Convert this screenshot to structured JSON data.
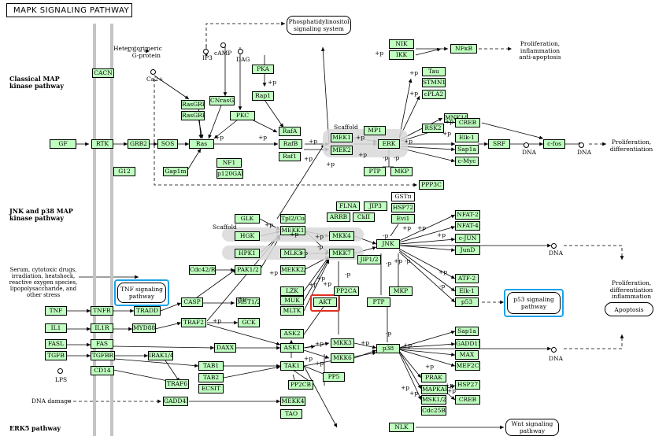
{
  "title": "MAPK SIGNALING PATHWAY",
  "sections": {
    "classical": "Classical MAP kinase pathway",
    "jnk": "JNK and p38 MAP kinase pathway",
    "erk5": "ERK5 pathway"
  },
  "labels": {
    "hetero": "Heterotorimeric G-protein",
    "ip3": "IP3",
    "camp": "cAMP",
    "dag": "DAG",
    "ca": "Ca2+",
    "scaffold1": "Scaffold",
    "scaffold2": "Scaffold",
    "stress": "Serum, cytotoxic drugs, irradiation, heatshock, reactive oxygen species, lipopolysaccharide, and other stress",
    "lps": "LPS",
    "dna_damage": "DNA damage",
    "prolif1": "Proliferation, inflammation anti-apoptosis",
    "prolif2": "Proliferation, differentiation",
    "prolif3": "Proliferation, differentiation inflammation",
    "dna1": "DNA",
    "dna2": "DNA",
    "dna3": "DNA",
    "dna4": "DNA"
  },
  "maps": {
    "phosphatidylinositol": "Phosphatidylinositol signaling system",
    "tnf": "TNF signaling pathway",
    "p53": "p53 signaling pathway",
    "apoptosis": "Apoptosis",
    "wnt": "Wnt signaling pathway"
  },
  "nodes": {
    "cacn": "CACN",
    "gf": "GF",
    "rtk": "RTK",
    "grb2": "GRB2",
    "sos": "SOS",
    "ras": "Ras",
    "rasgrf": "RasGRF",
    "rasgrp": "RasGRP",
    "cnrasgef": "CNrasGEF",
    "pkc": "PKC",
    "pka": "PKA",
    "rap1": "Rap1",
    "rafa": "RafA",
    "rafb": "RafB",
    "raf1": "Raf1",
    "nf1": "NF1",
    "p120gap": "p120GAP",
    "g12": "G12",
    "gap1m": "Gap1m",
    "mek1": "MEK1",
    "mek2": "MEK2",
    "mp1": "MP1",
    "erk": "ERK",
    "ptp1": "PTP",
    "mkp1": "MKP",
    "nik": "NIK",
    "ikk": "IKK",
    "nfkb": "NFκB",
    "tau": "Tau",
    "stmn1": "STMN1",
    "cpla2": "cPLA2",
    "mnk12": "MNK1/2",
    "rsk2": "RSK2",
    "creb1": "CREB",
    "elk1a": "Elk-1",
    "sap1a1": "Sap1a",
    "cmyc": "c-Myc",
    "srf": "SRF",
    "cfos": "c-fos",
    "ppp3c": "PPP3C",
    "flna": "FLNA",
    "jip3": "JIP3",
    "gstpi": "GSTπ",
    "hsp72": "HSP72",
    "arrb": "ARRB",
    "ckii": "CkII",
    "evi1": "Evi1",
    "nfat2": "NFAT-2",
    "nfat4": "NFAT-4",
    "cjun": "c-JUN",
    "jund": "JunD",
    "glk": "GLK",
    "hgk": "HGK",
    "tpl2": "Tpl2/Cot",
    "mekk1": "MEKK1",
    "mkk4": "MKK4",
    "jnk": "JNK",
    "hpk1": "HPK1",
    "mlk3": "MLK3",
    "mkk7": "MKK7",
    "jip12": "JIP1/2",
    "cdc42": "Cdc42/Rac",
    "pak12": "PAK1/2",
    "mekk23": "MEKK2/3",
    "lzk": "LZK",
    "muk": "MUK",
    "mltk": "MLTK",
    "akt": "AKT",
    "pp2ca": "PP2CA",
    "ptp2": "PTP",
    "mkp2": "MKP",
    "atf2": "ATF-2",
    "elk1b": "Elk-1",
    "p53": "p53",
    "tnf": "TNF",
    "tnfr": "TNFR",
    "tradd": "TRADD",
    "casp": "CASP",
    "mst12": "MST1/2",
    "il1": "IL1",
    "il1r": "IL1R",
    "myd88": "MYD88",
    "traf2": "TRAF2",
    "gck": "GCK",
    "fasl": "FASL",
    "fas": "FAS",
    "tgfb": "TGFB",
    "tgfbr": "TGFBR",
    "irak14": "IRAK1/4",
    "daxx": "DAXX",
    "ask2": "ASK2",
    "ask1": "ASK1",
    "mkk3": "MKK3",
    "mkk6": "MKK6",
    "p38": "p38",
    "sap1a2": "Sap1a",
    "gadd153": "GADD153",
    "max": "MAX",
    "mef2c": "MEF2C",
    "cd14": "CD14",
    "tab1": "TAB1",
    "tab2": "TAB2",
    "tak1": "TAK1",
    "pp5": "PP5",
    "traf6": "TRAF6",
    "ecsit": "ECSIT",
    "pp2cb": "PP2CB",
    "prak": "PRAK",
    "mapkapk": "MAPKAPK",
    "hsp27": "HSP27",
    "msk12": "MSK1/2",
    "creb2": "CREB",
    "cdc25b": "Cdc25B",
    "gadd45": "GADD45",
    "mekk4": "MEKK4",
    "tao": "TAO",
    "nlk": "NLK"
  },
  "edge_labels": [
    "+p",
    "+p",
    "+p",
    "+p",
    "+p",
    "+p",
    "+p",
    "+p",
    "+p",
    "+p",
    "+p",
    "+p",
    "+p",
    "-p",
    "-p",
    "+p",
    "+p",
    "+p",
    "-p",
    "-p",
    "+p",
    "+p",
    "-p",
    "-p",
    "-p",
    "+p",
    "+p",
    "+p",
    "+p",
    "+p",
    "+p",
    "+p",
    "+p",
    "+p",
    "-p",
    "+p",
    "+p",
    "+p",
    "+p",
    "+p",
    "+p",
    "-p",
    "+p",
    "+p",
    "+p",
    "+p",
    "+p",
    "+p"
  ],
  "colors": {
    "node_fill": "#bfffbf",
    "highlight_blue": "#1aa3e8",
    "highlight_red": "#e03020",
    "membrane": "#c4c4c4"
  }
}
